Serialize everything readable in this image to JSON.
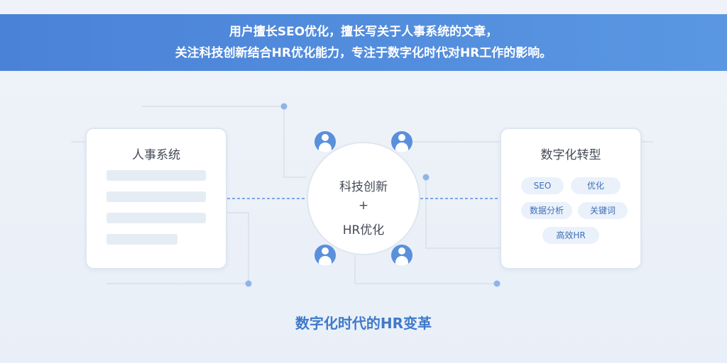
{
  "banner": {
    "line1": "用户擅长SEO优化，擅长写关于人事系统的文章，",
    "line2": "关注科技创新结合HR优化能力，专注于数字化时代对HR工作的影响。"
  },
  "left_card": {
    "title": "人事系统"
  },
  "center": {
    "line1": "科技创新",
    "line2": "+",
    "line3": "HR优化"
  },
  "right_card": {
    "title": "数字化转型",
    "tags": [
      "SEO",
      "优化",
      "数据分析",
      "关键词",
      "高效HR"
    ]
  },
  "footer": {
    "caption": "数字化时代的HR变革"
  },
  "colors": {
    "banner": "#4a82d8",
    "accent": "#3f79c9",
    "avatar": "#5a8fdc",
    "tag_bg": "#eaf1fb"
  }
}
